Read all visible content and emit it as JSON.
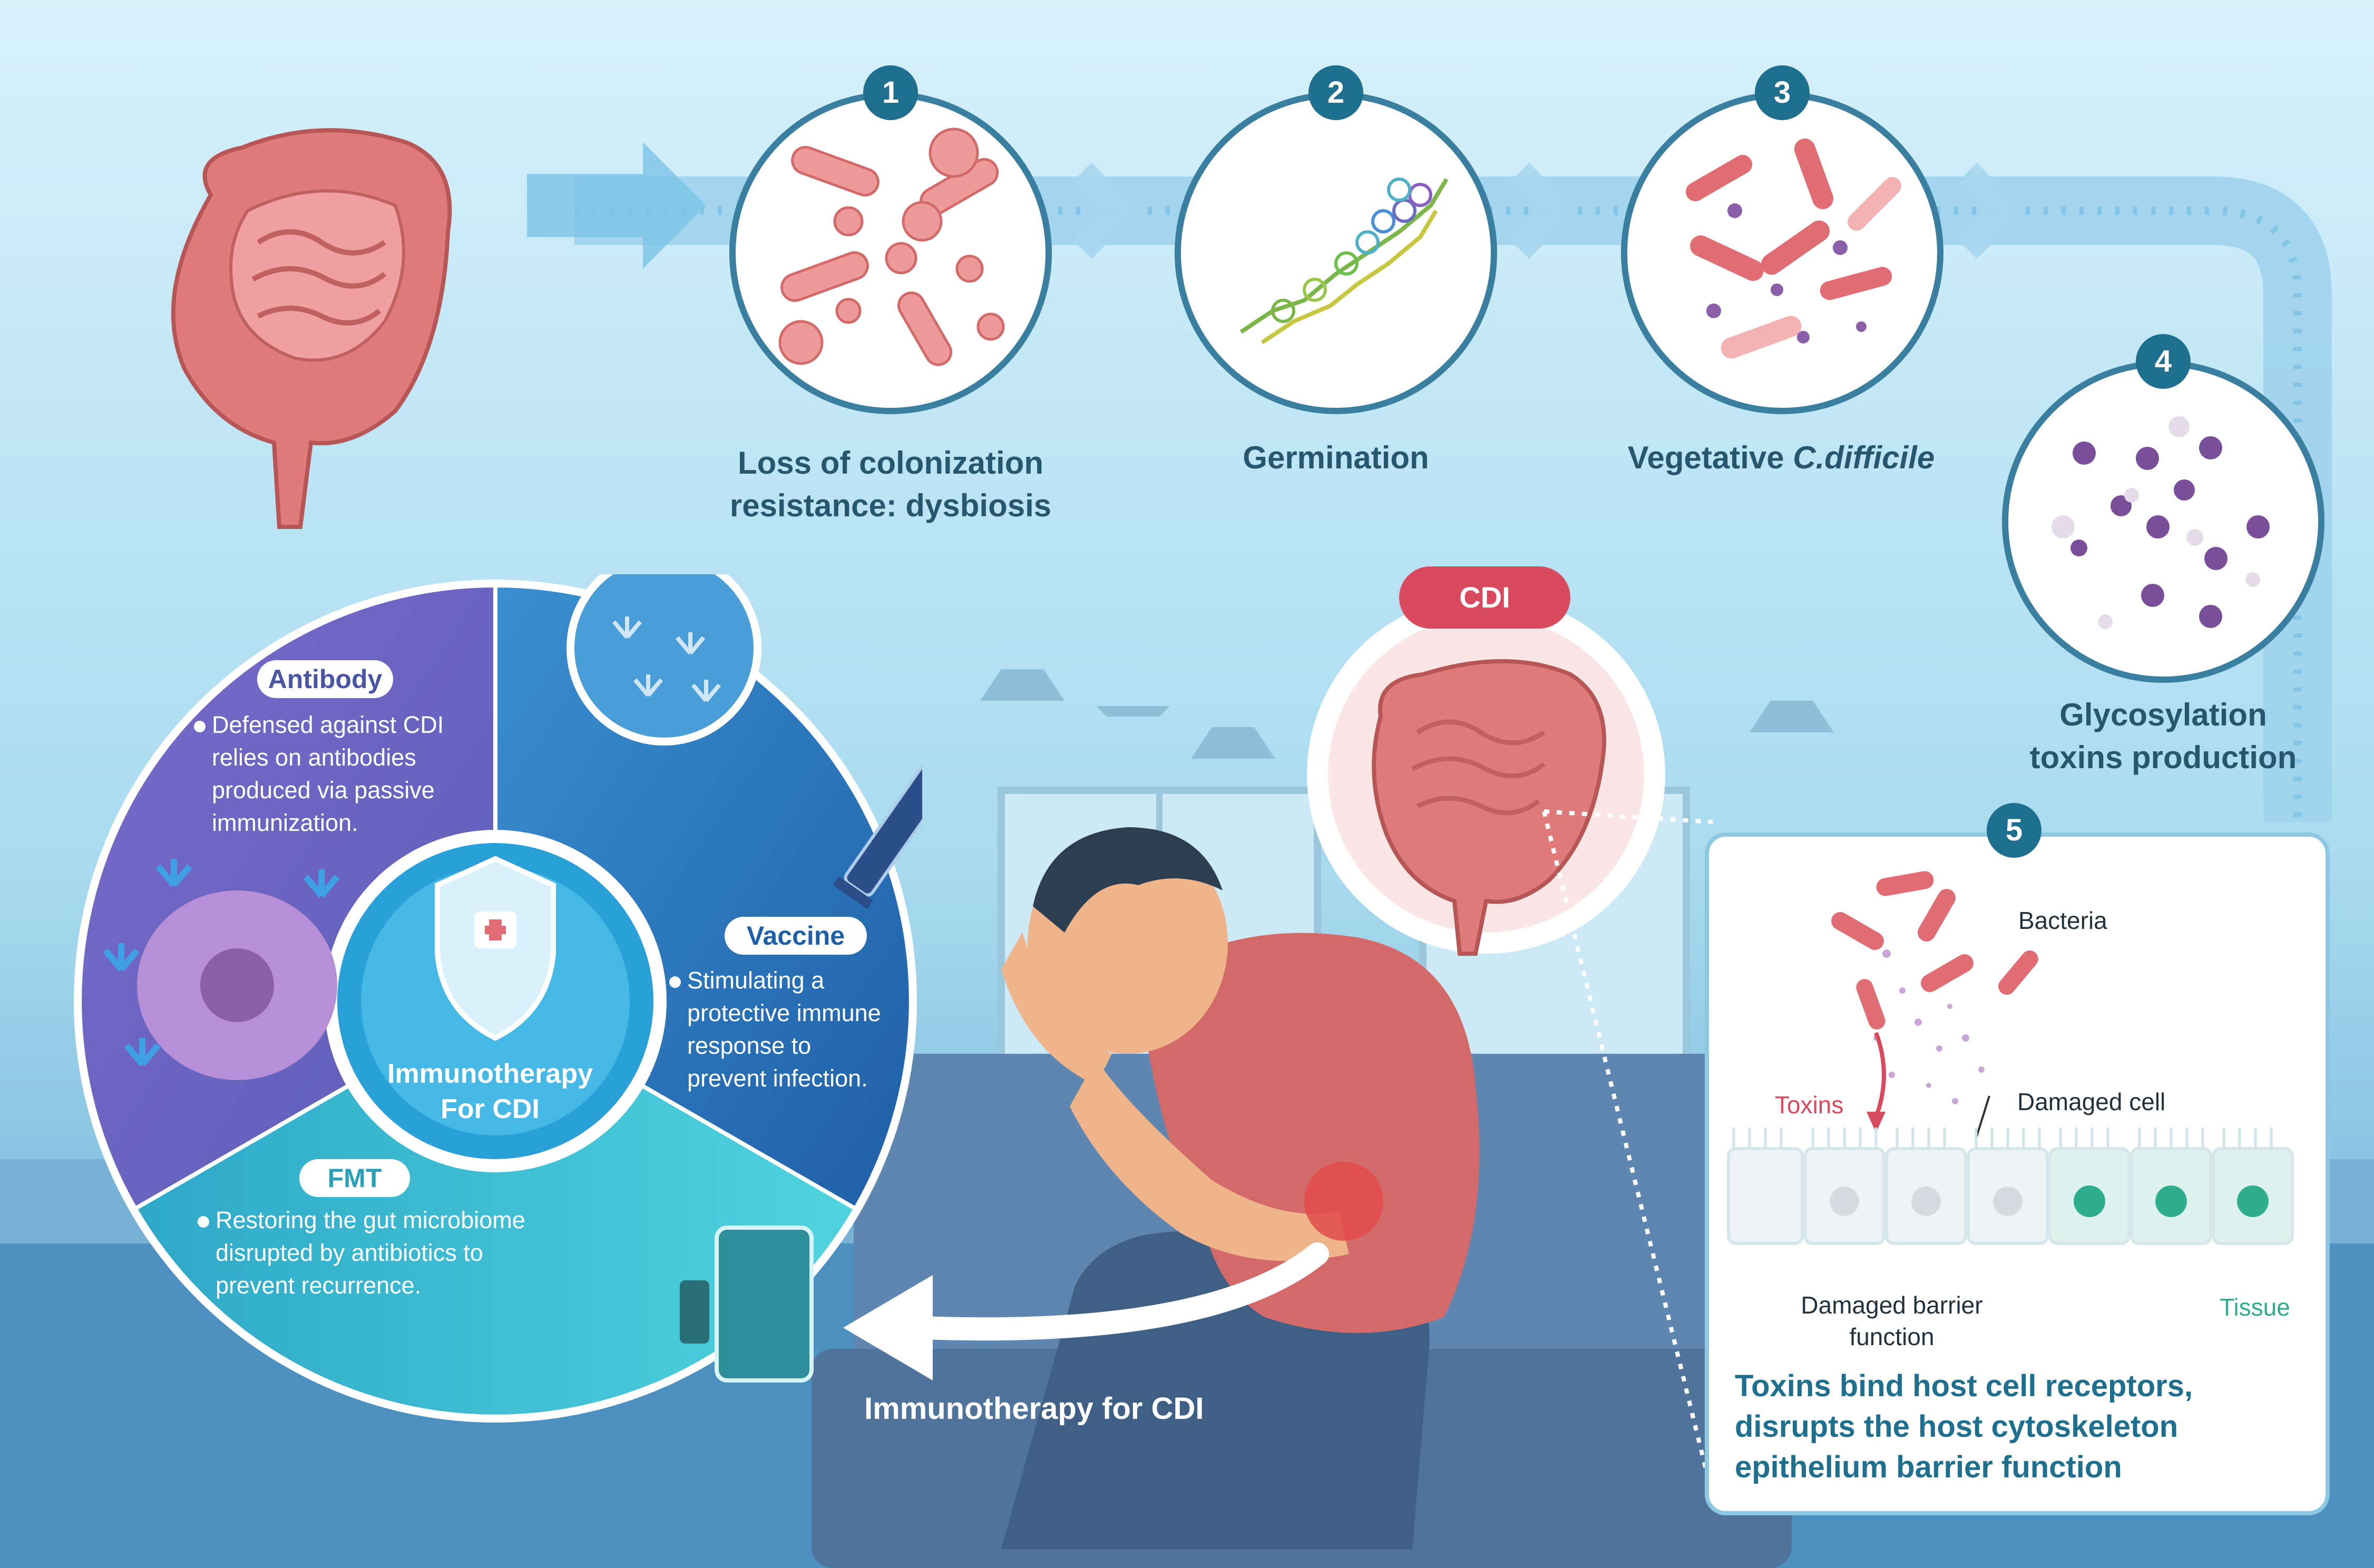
{
  "stages": [
    {
      "number": "1",
      "label_line1": "Loss of colonization",
      "label_line2": "resistance: dysbiosis"
    },
    {
      "number": "2",
      "label": "Germination"
    },
    {
      "number": "3",
      "label_prefix": "Vegetative ",
      "label_italic": "C.difficile"
    },
    {
      "number": "4",
      "label_line1": "Glycosylation",
      "label_line2": "toxins production"
    },
    {
      "number": "5"
    }
  ],
  "cdi_badge": "CDI",
  "wheel": {
    "center_line1": "Immunotherapy",
    "center_line2": "For CDI",
    "antibody": {
      "title": "Antibody",
      "lines": [
        "Defensed against CDI",
        "relies on antibodies",
        "produced via passive",
        "immunization."
      ]
    },
    "vaccine": {
      "title": "Vaccine",
      "lines": [
        "Stimulating a",
        "protective immune",
        "response to",
        "prevent infection."
      ]
    },
    "fmt": {
      "title": "FMT",
      "lines": [
        "Restoring the gut microbiome",
        "disrupted by antibiotics to",
        "prevent recurrence."
      ]
    }
  },
  "arrow_label": "Immunotherapy for CDI",
  "panel": {
    "bacteria": "Bacteria",
    "toxins": "Toxins",
    "damaged_cell": "Damaged cell",
    "damaged_barrier_line1": "Damaged barrier",
    "damaged_barrier_line2": "function",
    "tissue": "Tissue",
    "summary_line1": "Toxins bind host cell receptors,",
    "summary_line2": "disrupts the host cytoskeleton",
    "summary_line3": "epithelium barrier function"
  },
  "colors": {
    "background": "#bfe7f8",
    "accent_dark": "#1f6f8f",
    "gut": "#e48a8a",
    "cdi_badge": "#d94a5e",
    "antibody_segment": "#6a6bc2",
    "vaccine_segment": "#2b7fc0",
    "fmt_segment": "#33c0d0",
    "tissue_green": "#2fae8f"
  }
}
